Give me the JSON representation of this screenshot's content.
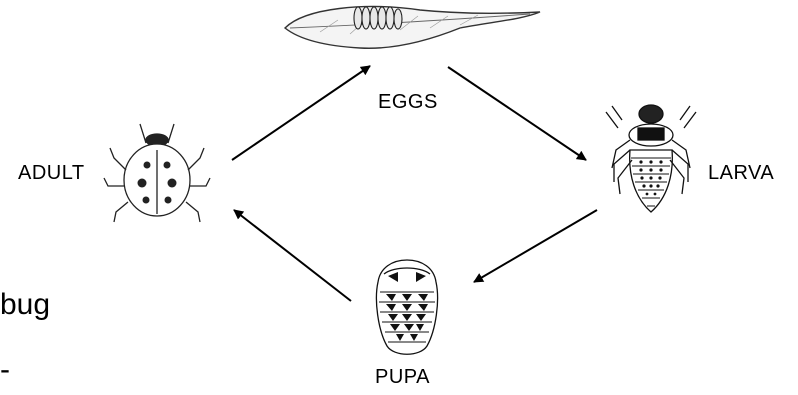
{
  "diagram": {
    "stages": {
      "eggs": "EGGS",
      "larva": "LARVA",
      "pupa": "PUPA",
      "adult": "ADULT"
    },
    "side_text": "bug",
    "side_mark": "-"
  }
}
